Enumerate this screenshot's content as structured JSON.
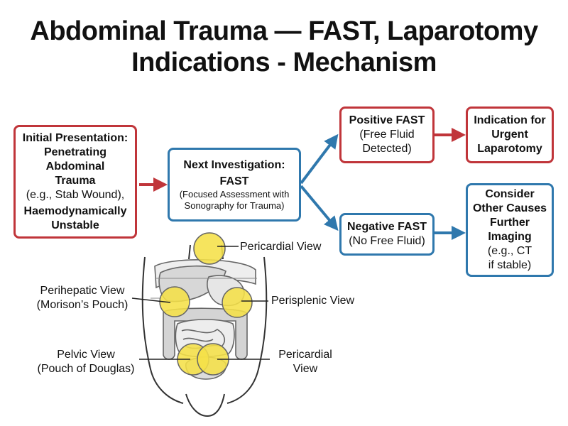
{
  "title": {
    "line1": "Abdominal Trauma — FAST, Laparotomy",
    "line2": "Indications - Mechanism"
  },
  "boxes": {
    "initial": {
      "heading": "Initial Presentation:",
      "line2": "Penetrating",
      "line3": "Abdominal",
      "line4": "Trauma",
      "line5": "(e.g., Stab Wound),",
      "line6": "Haemodynamically",
      "line7": "Unstable"
    },
    "next": {
      "heading": "Next Investigation:",
      "line2": "FAST",
      "line3": "(Focused Assessment with",
      "line4": "Sonography for Trauma)"
    },
    "positive": {
      "heading": "Positive FAST",
      "line2": "(Free Fluid",
      "line3": "Detected)"
    },
    "laparotomy": {
      "line1": "Indication for",
      "line2": "Urgent",
      "line3": "Laparotomy"
    },
    "negative": {
      "heading": "Negative FAST",
      "line2": "(No Free Fluid)"
    },
    "consider": {
      "line1": "Consider",
      "line2": "Other Causes",
      "line3": "Further",
      "line4": "Imaging",
      "line5": "(e.g., CT",
      "line6": "if stable)"
    }
  },
  "views": {
    "pericardial_top": "Pericardial View",
    "perihepatic_1": "Perihepatic View",
    "perihepatic_2": "(Morison’s Pouch)",
    "perisplenic": "Perisplenic View",
    "pelvic_1": "Pelvic View",
    "pelvic_2": "(Pouch of Douglas)",
    "pericardial_bottom_1": "Pericardial",
    "pericardial_bottom_2": "View"
  },
  "colors": {
    "red": "#c0353a",
    "blue": "#2f78ad",
    "probe": "#f5e048"
  }
}
